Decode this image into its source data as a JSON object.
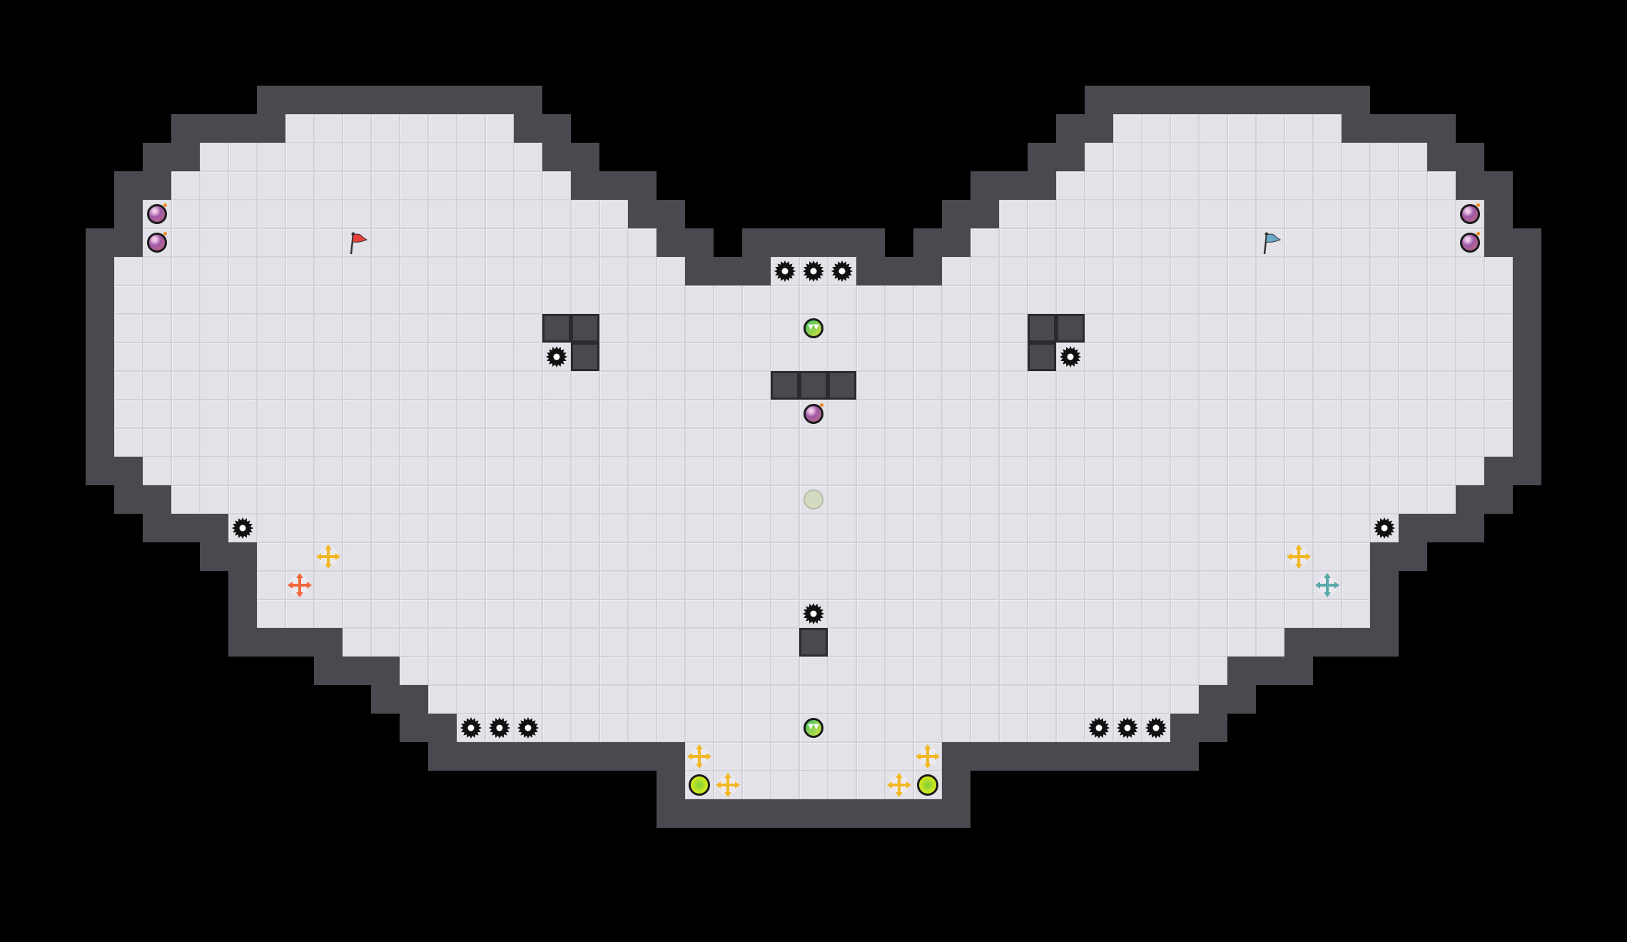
{
  "game": {
    "grid": {
      "cols": 57,
      "rows": 33
    },
    "colors": {
      "floor": "#e3e2e8",
      "wall": "#4a4950",
      "background": "#000000",
      "yellow_cross": "#f2b824",
      "orange_cross": "#f0683a",
      "teal_cross": "#5aa8a8",
      "red_flag": "#e8403a",
      "blue_flag": "#6aa8c8"
    },
    "floor_ranges": [
      [
        4,
        10,
        17
      ],
      [
        4,
        39,
        46
      ],
      [
        5,
        7,
        18
      ],
      [
        5,
        38,
        49
      ],
      [
        6,
        6,
        19
      ],
      [
        6,
        37,
        50
      ],
      [
        7,
        5,
        21
      ],
      [
        7,
        35,
        51
      ],
      [
        8,
        5,
        22
      ],
      [
        8,
        34,
        51
      ],
      [
        9,
        4,
        23
      ],
      [
        9,
        27,
        29
      ],
      [
        9,
        33,
        52
      ],
      [
        10,
        4,
        52
      ],
      [
        11,
        4,
        52
      ],
      [
        12,
        4,
        52
      ],
      [
        13,
        4,
        52
      ],
      [
        14,
        4,
        52
      ],
      [
        15,
        4,
        52
      ],
      [
        16,
        5,
        51
      ],
      [
        17,
        6,
        50
      ],
      [
        18,
        8,
        48
      ],
      [
        19,
        9,
        47
      ],
      [
        20,
        9,
        47
      ],
      [
        21,
        9,
        47
      ],
      [
        22,
        12,
        44
      ],
      [
        23,
        14,
        42
      ],
      [
        24,
        15,
        41
      ],
      [
        25,
        16,
        40
      ],
      [
        26,
        24,
        32
      ],
      [
        27,
        24,
        32
      ]
    ],
    "inner_walls": [
      [
        13,
        27
      ],
      [
        13,
        28
      ],
      [
        13,
        29
      ],
      [
        22,
        28
      ],
      [
        11,
        19
      ],
      [
        11,
        20
      ],
      [
        12,
        20
      ],
      [
        11,
        36
      ],
      [
        11,
        37
      ],
      [
        12,
        36
      ]
    ],
    "entities": [
      {
        "type": "bomb",
        "row": 7,
        "col": 5
      },
      {
        "type": "bomb",
        "row": 8,
        "col": 5
      },
      {
        "type": "bomb",
        "row": 7,
        "col": 51
      },
      {
        "type": "bomb",
        "row": 8,
        "col": 51
      },
      {
        "type": "bomb",
        "row": 14,
        "col": 28
      },
      {
        "type": "red-flag",
        "row": 8,
        "col": 12
      },
      {
        "type": "blue-flag",
        "row": 8,
        "col": 44
      },
      {
        "type": "spike",
        "row": 9,
        "col": 27
      },
      {
        "type": "spike",
        "row": 9,
        "col": 28
      },
      {
        "type": "spike",
        "row": 9,
        "col": 29
      },
      {
        "type": "spike",
        "row": 12,
        "col": 19
      },
      {
        "type": "spike",
        "row": 12,
        "col": 37
      },
      {
        "type": "spike",
        "row": 18,
        "col": 8
      },
      {
        "type": "spike",
        "row": 18,
        "col": 48
      },
      {
        "type": "spike",
        "row": 21,
        "col": 28
      },
      {
        "type": "spike",
        "row": 25,
        "col": 16
      },
      {
        "type": "spike",
        "row": 25,
        "col": 17
      },
      {
        "type": "spike",
        "row": 25,
        "col": 18
      },
      {
        "type": "spike",
        "row": 25,
        "col": 38
      },
      {
        "type": "spike",
        "row": 25,
        "col": 39
      },
      {
        "type": "spike",
        "row": 25,
        "col": 40
      },
      {
        "type": "green-orb",
        "row": 11,
        "col": 28
      },
      {
        "type": "green-orb",
        "row": 25,
        "col": 28
      },
      {
        "type": "faded-orb",
        "row": 17,
        "col": 28
      },
      {
        "type": "yellow-cross",
        "row": 19,
        "col": 11
      },
      {
        "type": "yellow-cross",
        "row": 19,
        "col": 45
      },
      {
        "type": "orange-cross",
        "row": 20,
        "col": 10
      },
      {
        "type": "teal-cross",
        "row": 20,
        "col": 46
      },
      {
        "type": "yellow-cross",
        "row": 26,
        "col": 24
      },
      {
        "type": "yellow-cross",
        "row": 26,
        "col": 32
      },
      {
        "type": "yellow-cross",
        "row": 27,
        "col": 25
      },
      {
        "type": "yellow-cross",
        "row": 27,
        "col": 31
      },
      {
        "type": "lime-orb",
        "row": 27,
        "col": 24
      },
      {
        "type": "lime-orb",
        "row": 27,
        "col": 32
      }
    ]
  }
}
